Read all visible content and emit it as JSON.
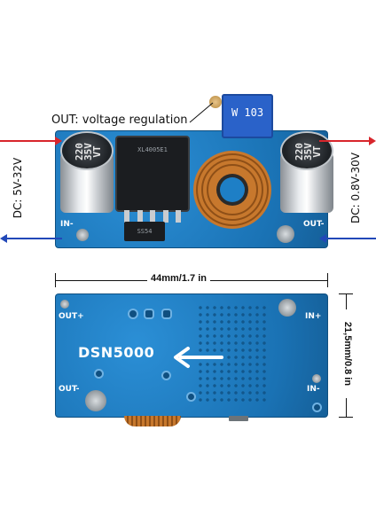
{
  "annotations": {
    "out_label": "OUT: voltage regulation",
    "input_voltage": "DC: 5V-32V",
    "output_voltage": "DC: 0.8V-30V",
    "width_dim": "44mm/1.7 in",
    "height_dim": "21,5mm/0.8 in"
  },
  "top_board": {
    "pot_label": "W 103",
    "cap_left": [
      "220",
      "35V",
      "VT"
    ],
    "cap_right": [
      "220",
      "35V",
      "VT"
    ],
    "in_minus": "IN-",
    "out_minus": "OUT-",
    "chip_text": "XL4005E1",
    "diode_text": "SS54"
  },
  "bottom_board": {
    "brand": "DSN5000",
    "out_plus": "OUT+",
    "in_plus": "IN+",
    "out_minus": "OUT-",
    "in_minus": "IN-"
  },
  "colors": {
    "pcb_blue": "#1e7fc6",
    "arrow_red": "#d8262c",
    "arrow_blue": "#2248b8",
    "pot_blue": "#2a62c9",
    "coil_copper": "#c7782d"
  }
}
